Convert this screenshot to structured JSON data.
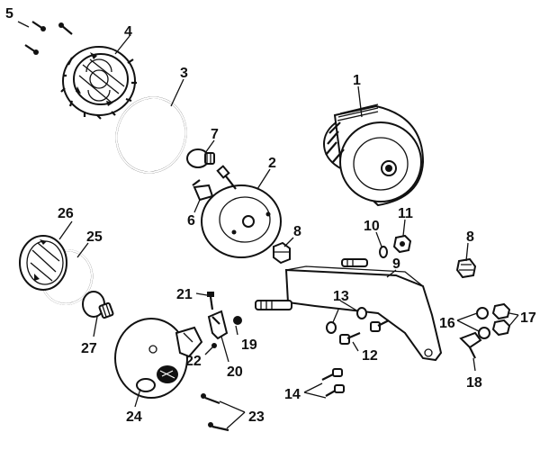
{
  "diagram": {
    "callouts": {
      "p1": "1",
      "p2": "2",
      "p3": "3",
      "p4": "4",
      "p5": "5",
      "p6": "6",
      "p7": "7",
      "p8a": "8",
      "p8b": "8",
      "p9": "9",
      "p10": "10",
      "p11": "11",
      "p12": "12",
      "p13": "13",
      "p14": "14",
      "p16": "16",
      "p17": "17",
      "p18": "18",
      "p19": "19",
      "p20": "20",
      "p21": "21",
      "p22": "22",
      "p23": "23",
      "p24": "24",
      "p25": "25",
      "p26": "26",
      "p27": "27"
    }
  }
}
